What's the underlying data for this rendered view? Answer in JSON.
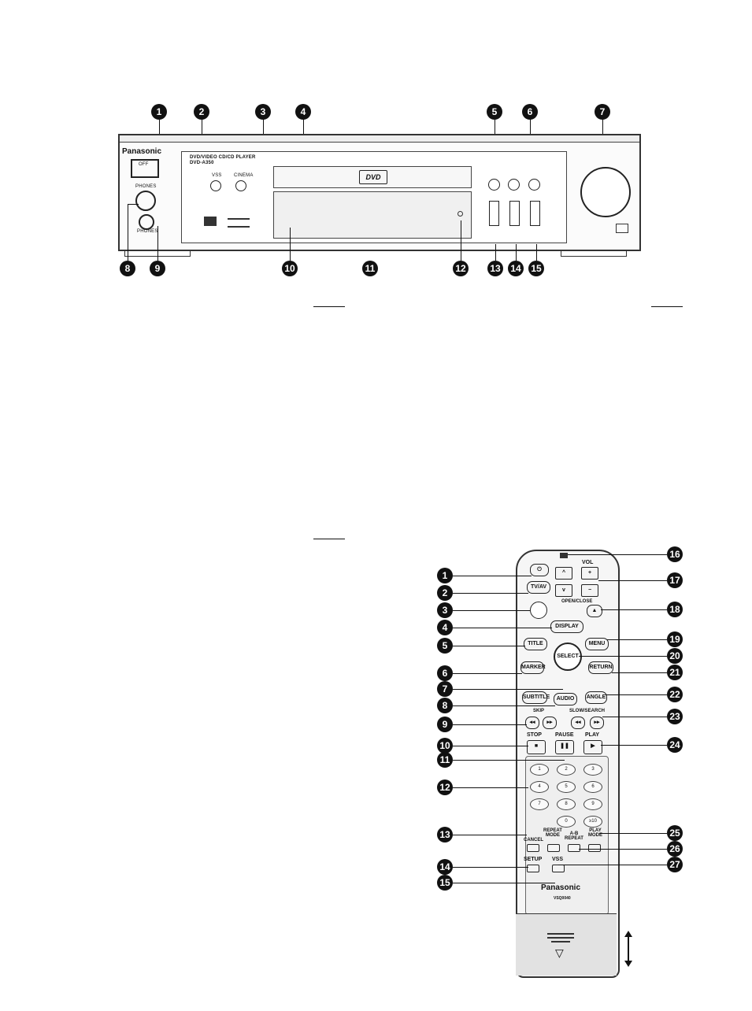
{
  "page_marks": {
    "right_col_1": "____",
    "left_col_1": "____",
    "left_col_2": "____"
  },
  "player": {
    "brand": "Panasonic",
    "model_line1": "DVD/VIDEO CD/CD PLAYER",
    "model_line2": "DVD-A350",
    "power_label": "OFF",
    "vss_label": "VSS",
    "cinema_label": "CINEMA",
    "phones_level_label": "PHONES",
    "phones_label": "PHONES",
    "dvd_logo": "DVD",
    "callouts_top": [
      "1",
      "2",
      "3",
      "4",
      "5",
      "6",
      "7"
    ],
    "callouts_bottom": [
      "8",
      "9",
      "10",
      "11",
      "12",
      "13",
      "14",
      "15"
    ]
  },
  "remote": {
    "power_symbol": "⏻",
    "tvav": "TV/AV",
    "vol": "VOL",
    "open_close": "OPEN/CLOSE",
    "display": "DISPLAY",
    "title": "TITLE",
    "menu": "MENU",
    "select": "SELECT",
    "marker": "MARKER",
    "return": "RETURN",
    "subtitle": "SUBTITLE",
    "audio": "AUDIO",
    "angle": "ANGLE",
    "skip": "SKIP",
    "slow_search": "SLOW/SEARCH",
    "stop": "STOP",
    "pause": "PAUSE",
    "play": "PLAY",
    "cancel": "CANCEL",
    "repeat_mode": "REPEAT MODE",
    "ab_repeat": "A-B REPEAT",
    "play_mode": "PLAY MODE",
    "setup": "SETUP",
    "vss": "VSS",
    "brand": "Panasonic",
    "model": "VSQ0040",
    "keypad": [
      "1",
      "2",
      "3",
      "4",
      "5",
      "6",
      "7",
      "8",
      "9",
      "0",
      "≥10"
    ],
    "callouts_left": [
      "1",
      "2",
      "3",
      "4",
      "5",
      "6",
      "7",
      "8",
      "9",
      "10",
      "11",
      "12",
      "13",
      "14",
      "15"
    ],
    "callouts_right": [
      "16",
      "17",
      "18",
      "19",
      "20",
      "21",
      "22",
      "23",
      "24",
      "25",
      "26",
      "27"
    ]
  }
}
